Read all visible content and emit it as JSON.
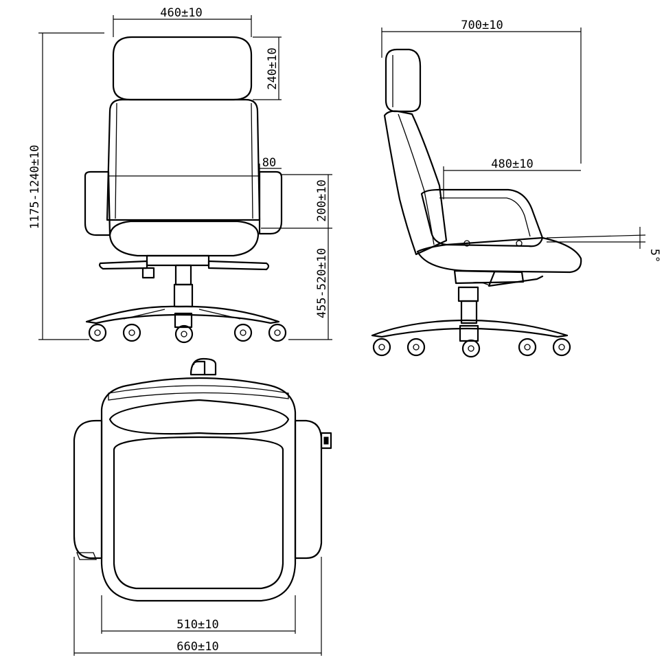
{
  "dimensions": {
    "headrest_width": "460±10",
    "headrest_height": "240±10",
    "overall_height": "1175-1240±10",
    "armrest_gap": "80",
    "armrest_height": "200±10",
    "seat_height": "455-520±10",
    "overall_depth": "700±10",
    "seat_depth": "480±10",
    "tilt_angle": "5°",
    "seat_width": "510±10",
    "overall_width": "660±10"
  }
}
